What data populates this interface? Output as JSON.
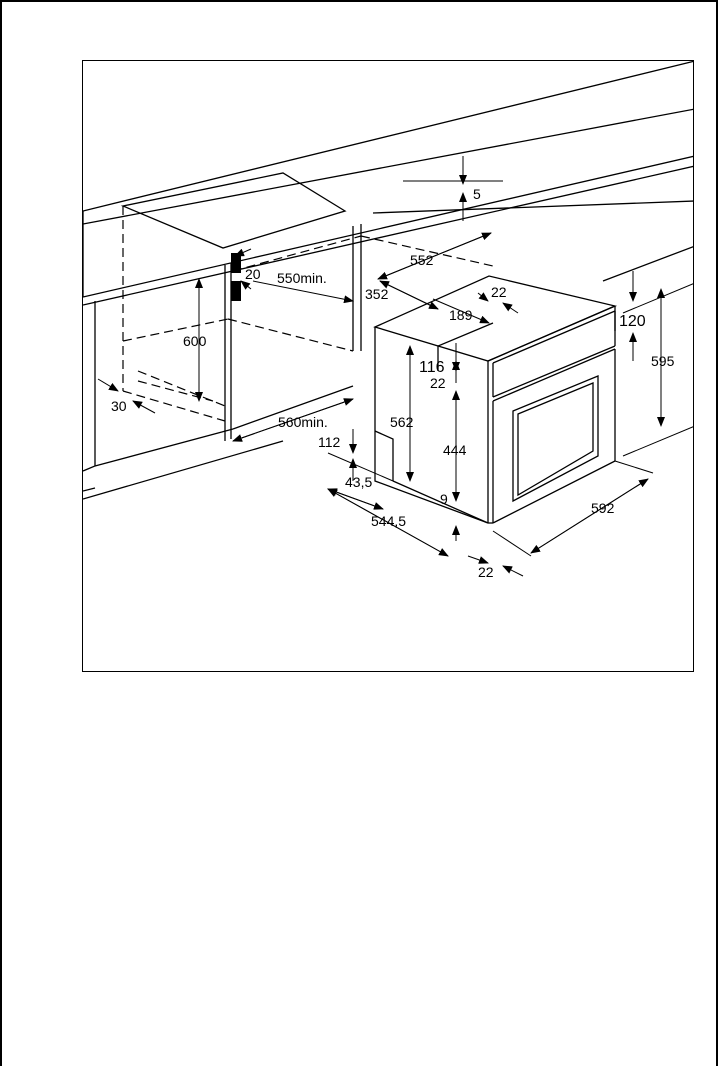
{
  "dimensions": {
    "gap_top": "5",
    "cutout_depth": "552",
    "top_offset": "352",
    "rear_offset": "189",
    "rear_gap": "22",
    "front_height": "120",
    "overall_height": "595",
    "cutout_height": "600",
    "bracket": "20",
    "min_depth": "550min.",
    "side_gap": "30",
    "min_width": "560min.",
    "body_height": "562",
    "panel_height": "116",
    "panel_gap": "22",
    "door_height": "444",
    "lower_step": "112",
    "step_depth": "43,5",
    "bottom_gap": "9",
    "body_depth": "544,5",
    "front_overhang": "22",
    "overall_width": "592"
  }
}
